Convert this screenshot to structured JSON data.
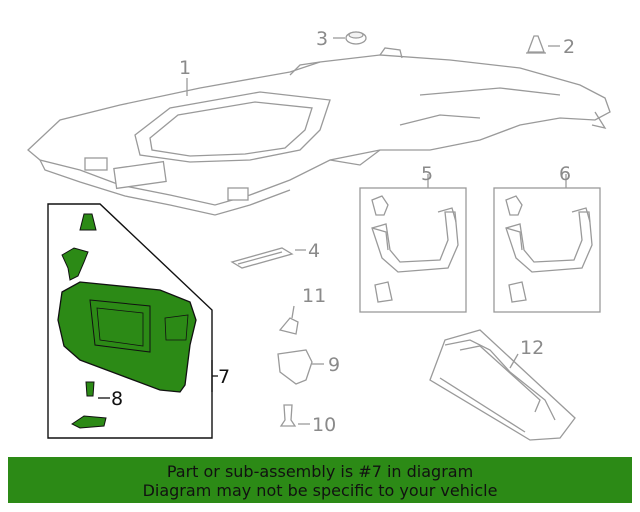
{
  "diagram": {
    "callouts": {
      "c1": "1",
      "c2": "2",
      "c3": "3",
      "c4": "4",
      "c5": "5",
      "c6": "6",
      "c7": "7",
      "c8": "8",
      "c9": "9",
      "c10": "10",
      "c11": "11",
      "c12": "12"
    },
    "highlight_color": "#2c8a16",
    "line_color": "#9a9a9a"
  },
  "banner": {
    "line1": "Part or sub-assembly is #7 in diagram",
    "line2": "Diagram may not be specific to your vehicle",
    "background": "#2c8a16"
  }
}
